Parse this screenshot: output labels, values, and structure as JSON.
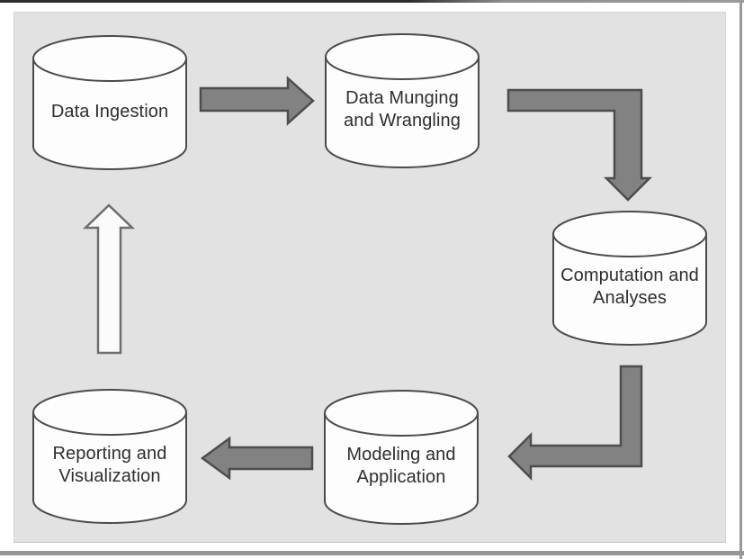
{
  "figure": {
    "type": "cycle-diagram",
    "description": "Data pipeline cycle of five cylinder (data store) stages connected by arrows"
  },
  "diagram": {
    "nodes": [
      {
        "id": "data-ingestion",
        "shape": "cylinder",
        "label": "Data Ingestion",
        "lines": [
          "Data Ingestion",
          ""
        ]
      },
      {
        "id": "data-munging-and-wrangling",
        "shape": "cylinder",
        "label": "Data Munging and Wrangling",
        "lines": [
          "Data Munging",
          "and Wrangling"
        ]
      },
      {
        "id": "computation-and-analyses",
        "shape": "cylinder",
        "label": "Computation and Analyses",
        "lines": [
          "Computation and",
          "Analyses"
        ]
      },
      {
        "id": "modeling-and-application",
        "shape": "cylinder",
        "label": "Modeling and Application",
        "lines": [
          "Modeling and",
          "Application"
        ]
      },
      {
        "id": "reporting-and-visualization",
        "shape": "cylinder",
        "label": "Reporting and Visualization",
        "lines": [
          "Reporting and",
          "Visualization"
        ]
      }
    ],
    "edges": [
      {
        "from": "Data Ingestion",
        "to": "Data Munging and Wrangling",
        "style": "filled-gray",
        "path": "right"
      },
      {
        "from": "Data Munging and Wrangling",
        "to": "Computation and Analyses",
        "style": "filled-gray",
        "path": "right-then-down"
      },
      {
        "from": "Computation and Analyses",
        "to": "Modeling and Application",
        "style": "filled-gray",
        "path": "down-then-left"
      },
      {
        "from": "Modeling and Application",
        "to": "Reporting and Visualization",
        "style": "filled-gray",
        "path": "left"
      },
      {
        "from": "Reporting and Visualization",
        "to": "Data Ingestion",
        "style": "outlined-white",
        "path": "up"
      }
    ],
    "colors": {
      "panel_bg": "#e2e2e2",
      "node_fill": "#fdfdfd",
      "node_stroke": "#4b4b4b",
      "arrow_fill": "#828282",
      "arrow_stroke": "#4d4d4d",
      "cycle_arrow_fill": "#fbfbfb",
      "cycle_arrow_stroke": "#6e6e6e",
      "text": "#2e2e2e"
    }
  }
}
